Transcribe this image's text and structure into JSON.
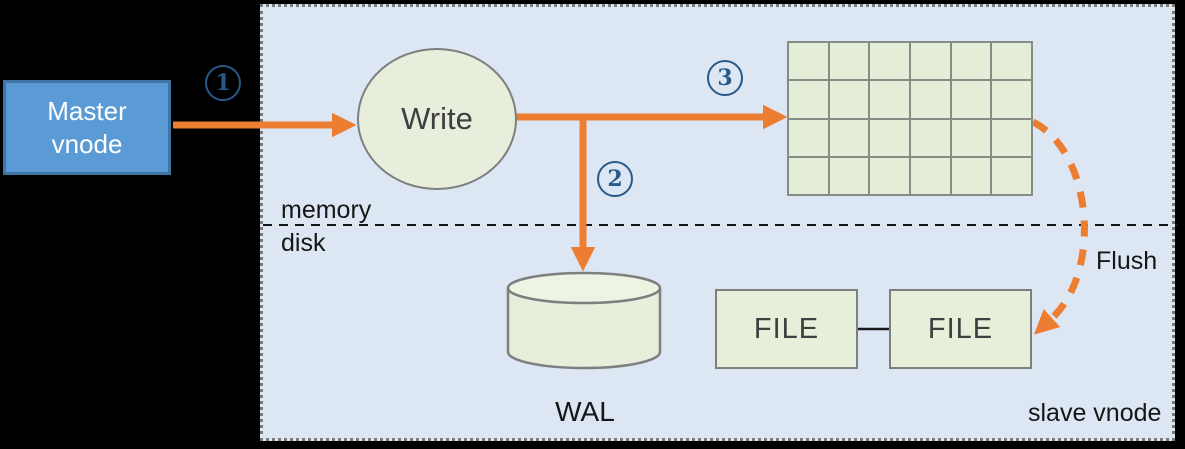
{
  "diagram": {
    "master": {
      "label": "Master\nvnode"
    },
    "write": {
      "label": "Write"
    },
    "wal": {
      "label": "WAL"
    },
    "files": {
      "file1": "FILE",
      "file2": "FILE"
    },
    "labels": {
      "memory": "memory",
      "disk": "disk",
      "flush": "Flush",
      "slave": "slave vnode"
    },
    "steps": {
      "s1": "1",
      "s2": "2",
      "s3": "3"
    },
    "grid": {
      "rows": 4,
      "cols": 6
    }
  },
  "colors": {
    "background": "#000000",
    "panel_bg": "#dce7f3",
    "panel_border": "#7b7b7b",
    "master_fill": "#5b9bd5",
    "master_border": "#3f75a4",
    "shape_fill": "#e6efda",
    "shape_border": "#7f7f7f",
    "arrow_orange": "#ed7d31",
    "step_navy": "#27598a",
    "text_dark": "#3f3f3f",
    "text_black": "#161616"
  }
}
